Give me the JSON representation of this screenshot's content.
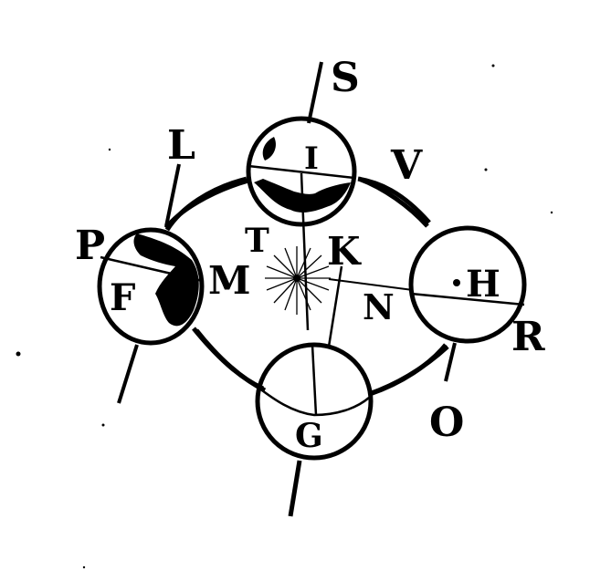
{
  "figure": {
    "labels": {
      "S": "S",
      "I": "I",
      "V": "V",
      "L": "L",
      "P": "P",
      "F": "F",
      "M": "M",
      "T": "T",
      "K": "K",
      "H": "H",
      "R": "R",
      "N": "N",
      "O": "O",
      "G": "G"
    }
  }
}
